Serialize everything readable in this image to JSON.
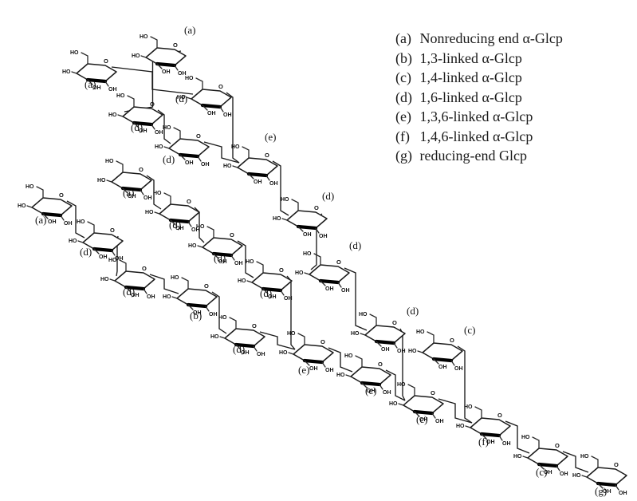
{
  "legend": [
    {
      "code": "(a)",
      "text": "Nonreducing end α-Glcp"
    },
    {
      "code": "(b)",
      "text": "1,3-linked α-Glcp"
    },
    {
      "code": "(c)",
      "text": "1,4-linked α-Glcp"
    },
    {
      "code": "(d)",
      "text": "1,6-linked α-Glcp"
    },
    {
      "code": "(e)",
      "text": "1,3,6-linked α-Glcp"
    },
    {
      "code": "(f)",
      "text": "1,4,6-linked α-Glcp"
    },
    {
      "code": "(g)",
      "text": "reducing-end Glcp"
    }
  ],
  "substituent_labels": {
    "hydroxyl": "OH",
    "hydroxyl_left": "HO",
    "ring_oxygen": "O"
  },
  "residues": [
    {
      "id": "u1",
      "label": "(a)"
    },
    {
      "id": "u2",
      "label": "(a)"
    },
    {
      "id": "u3",
      "label": "(d)"
    },
    {
      "id": "u4",
      "label": "(d)"
    },
    {
      "id": "u5",
      "label": "(d)"
    },
    {
      "id": "u6",
      "label": "(e)"
    },
    {
      "id": "u7",
      "label": "(a)"
    },
    {
      "id": "u8",
      "label": "(d)"
    },
    {
      "id": "u9",
      "label": "(d)"
    },
    {
      "id": "u10",
      "label": "(d)"
    },
    {
      "id": "u11",
      "label": "(a)"
    },
    {
      "id": "u12",
      "label": "(d)"
    },
    {
      "id": "u13",
      "label": "(d)"
    },
    {
      "id": "u14",
      "label": "(b)"
    },
    {
      "id": "u15",
      "label": "(d)"
    },
    {
      "id": "u16",
      "label": "(e)"
    },
    {
      "id": "u17",
      "label": "(d)"
    },
    {
      "id": "u18",
      "label": "(d)"
    },
    {
      "id": "u19",
      "label": "(d)"
    },
    {
      "id": "u20",
      "label": "(c)"
    },
    {
      "id": "u21",
      "label": "(c)"
    },
    {
      "id": "u22",
      "label": "(c)"
    },
    {
      "id": "u23",
      "label": "(f)"
    },
    {
      "id": "u24",
      "label": "(c)"
    },
    {
      "id": "u25",
      "label": "(g)"
    }
  ],
  "linkages": [
    {
      "from": "u1",
      "to": "u3"
    },
    {
      "from": "u2",
      "to": "u4"
    },
    {
      "from": "u3",
      "to": "u6"
    },
    {
      "from": "u4",
      "to": "u5"
    },
    {
      "from": "u5",
      "to": "u6"
    },
    {
      "from": "u6",
      "to": "u17"
    },
    {
      "from": "u7",
      "to": "u8"
    },
    {
      "from": "u8",
      "to": "u9"
    },
    {
      "from": "u9",
      "to": "u10"
    },
    {
      "from": "u10",
      "to": "u16"
    },
    {
      "from": "u11",
      "to": "u12"
    },
    {
      "from": "u12",
      "to": "u13"
    },
    {
      "from": "u13",
      "to": "u14"
    },
    {
      "from": "u14",
      "to": "u15"
    },
    {
      "from": "u15",
      "to": "u16"
    },
    {
      "from": "u16",
      "to": "u20"
    },
    {
      "from": "u17",
      "to": "u18"
    },
    {
      "from": "u18",
      "to": "u19"
    },
    {
      "from": "u19",
      "to": "u21"
    },
    {
      "from": "u20",
      "to": "u21"
    },
    {
      "from": "u21",
      "to": "u23"
    },
    {
      "from": "u22",
      "to": "u23"
    },
    {
      "from": "u23",
      "to": "u24"
    },
    {
      "from": "u24",
      "to": "u25"
    }
  ]
}
